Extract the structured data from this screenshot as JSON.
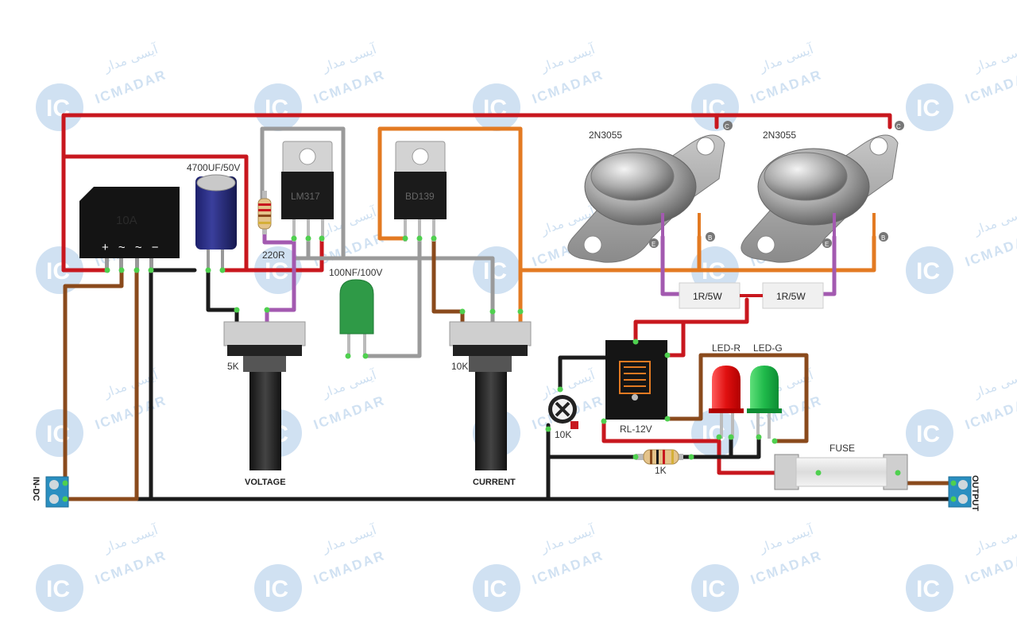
{
  "watermark": {
    "brand_latin": "ICMADAR",
    "brand_persian": "آیسی مدار",
    "badge": "IC"
  },
  "labels": {
    "bridge": "10A",
    "bridge_pins": "+ ~ ~ −",
    "capacitor_main": "4700UF/50V",
    "regulator": "LM317",
    "driver": "BD139",
    "resistor_220": "220R",
    "capacitor_film": "100NF/100V",
    "pot_voltage_value": "5K",
    "pot_voltage_name": "VOLTAGE",
    "pot_current_value": "10K",
    "pot_current_name": "CURRENT",
    "transistor_1": "2N3055",
    "transistor_2": "2N3055",
    "pin_c": "C",
    "pin_b": "B",
    "pin_e": "E",
    "res_1r_a": "1R/5W",
    "res_1r_b": "1R/5W",
    "relay": "RL-12V",
    "trimmer": "10K",
    "led_red": "LED-R",
    "led_green": "LED-G",
    "fuse": "FUSE",
    "resistor_1k": "1K",
    "input": "IN-DC",
    "output": "OUTPUT"
  },
  "colors": {
    "wire_red": "#c8171e",
    "wire_black": "#1b1b1b",
    "wire_gray": "#9a9a9a",
    "wire_orange": "#e37a22",
    "wire_brown": "#8a4a1c",
    "wire_purple": "#a35ab0",
    "joint_green": "#4fd04f",
    "terminal_blue": "#2a8fc0",
    "watermark": "#a9c9e8"
  }
}
